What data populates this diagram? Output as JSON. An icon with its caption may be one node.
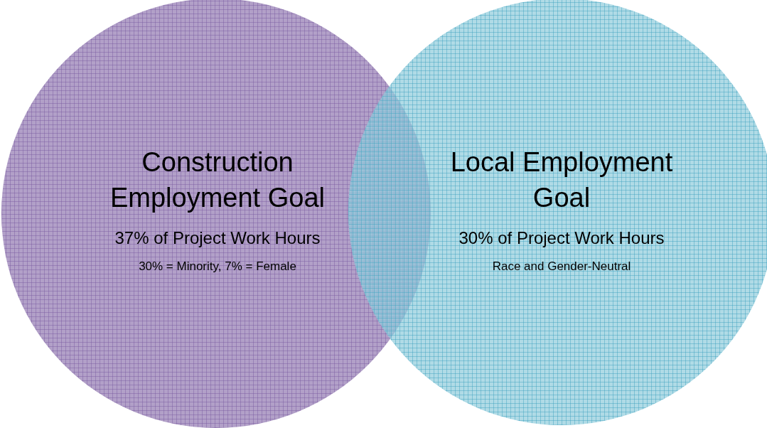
{
  "diagram": {
    "nodes": [
      {
        "text": [
          "Construction Employment Goal",
          "37% of Project Work Hours",
          "30% = Minority, 7% = Female"
        ]
      },
      {
        "text": [
          "Local Employment Goal",
          "30% of Project Work Hours",
          "Race and Gender-Neutral"
        ]
      }
    ]
  }
}
